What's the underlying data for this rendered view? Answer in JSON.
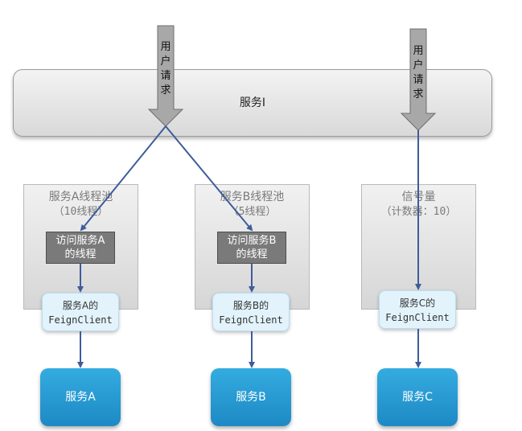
{
  "top_service": {
    "label": "服务I"
  },
  "requests": [
    {
      "label": "用户请求"
    },
    {
      "label": "用户请求"
    }
  ],
  "pools": {
    "a": {
      "title": "服务A线程池",
      "subtitle": "（10线程）",
      "thread_box": [
        "访问服务A",
        "的线程"
      ]
    },
    "b": {
      "title": "服务B线程池",
      "subtitle": "（5线程）",
      "thread_box": [
        "访问服务B",
        "的线程"
      ]
    },
    "c": {
      "title": "信号量",
      "subtitle": "（计数器：10）"
    }
  },
  "feign_clients": {
    "a": {
      "line1": "服务A的",
      "line2": "FeignClient"
    },
    "b": {
      "line1": "服务B的",
      "line2": "FeignClient"
    },
    "c": {
      "line1": "服务C的",
      "line2": "FeignClient"
    }
  },
  "services": {
    "a": "服务A",
    "b": "服务B",
    "c": "服务C"
  },
  "colors": {
    "arrow": "#3e5c9a",
    "service_blue": "#2a9fd6",
    "feign_fill": "#e2f3fb",
    "thread_fill": "#7a7a7a",
    "pool_fill": "#e6e6e6",
    "request_arrow": "#9e9e9e"
  }
}
